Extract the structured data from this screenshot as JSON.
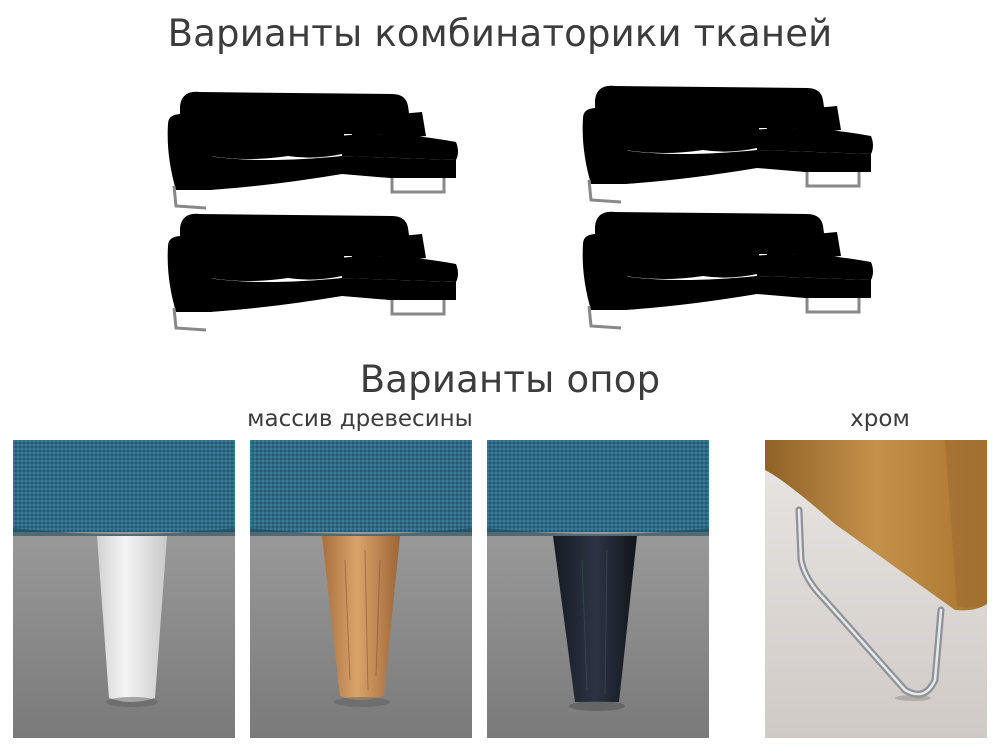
{
  "headings": {
    "fabric_combinations": "Варианты комбинаторики тканей",
    "legs_options": "Варианты опор",
    "wood_label": "массив древесины",
    "chrome_label": "хром"
  },
  "colors": {
    "text": "#3c3c3c",
    "outline": "#2a2a2a",
    "fabric_white": "#f1f1f1",
    "fabric_light_grey": "#c9c9c9",
    "fabric_mid_grey": "#a9a9a9",
    "fabric_dark_grey": "#6e6e6e",
    "upholstery_teal": "#2f6b86",
    "leg_white": "#eaeaea",
    "leg_oak": "#c98e58",
    "leg_black": "#1e2430",
    "upholstery_mustard": "#b8853e",
    "chrome": "#b9bcc0",
    "floor": "#8c8c8c"
  }
}
